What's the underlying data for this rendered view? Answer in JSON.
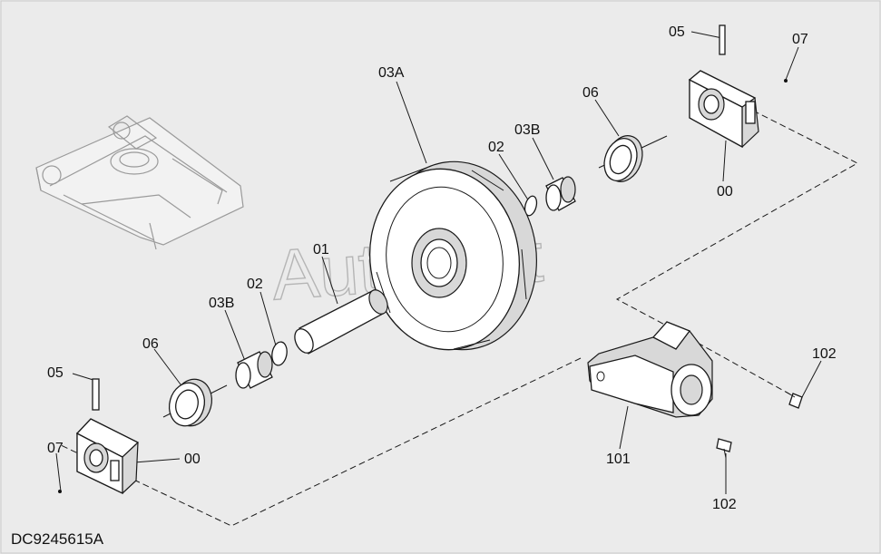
{
  "diagram": {
    "code": "DC9245615A",
    "watermark": "AutoSoft",
    "labels": {
      "l05_top": "05",
      "l07_top": "07",
      "l00_top": "00",
      "l06_top": "06",
      "l03b_top": "03B",
      "l02_top": "02",
      "l03a": "03A",
      "l01": "01",
      "l02_left": "02",
      "l03b_left": "03B",
      "l06_left": "06",
      "l05_left": "05",
      "l07_left": "07",
      "l00_left": "00",
      "l101": "101",
      "l102_right": "102",
      "l102_bottom": "102"
    }
  }
}
